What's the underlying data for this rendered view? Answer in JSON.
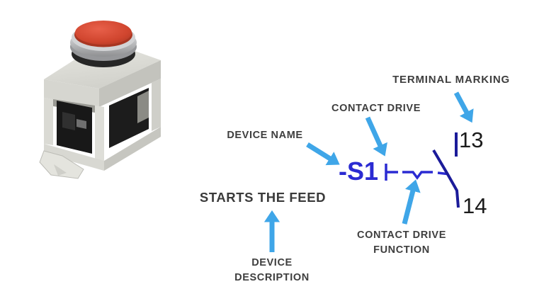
{
  "labels": {
    "device_name": "DEVICE NAME",
    "contact_drive": "CONTACT DRIVE",
    "terminal_marking": "TERMINAL MARKING",
    "device_description": {
      "line1": "DEVICE",
      "line2": "DESCRIPTION"
    },
    "contact_drive_function": {
      "line1": "CONTACT DRIVE",
      "line2": "FUNCTION"
    }
  },
  "symbol": {
    "device_name_text": "-S1",
    "device_description_text": "STARTS THE FEED",
    "terminal_top": "13",
    "terminal_bottom": "14"
  },
  "colors": {
    "arrow_blue": "#3fa6e8",
    "symbol_blue": "#2b2bd2",
    "symbol_navy": "#1b1b99",
    "label_gray": "#3e3e3e",
    "terminal_black": "#1b1b1b",
    "button_red": "#d9492f"
  }
}
